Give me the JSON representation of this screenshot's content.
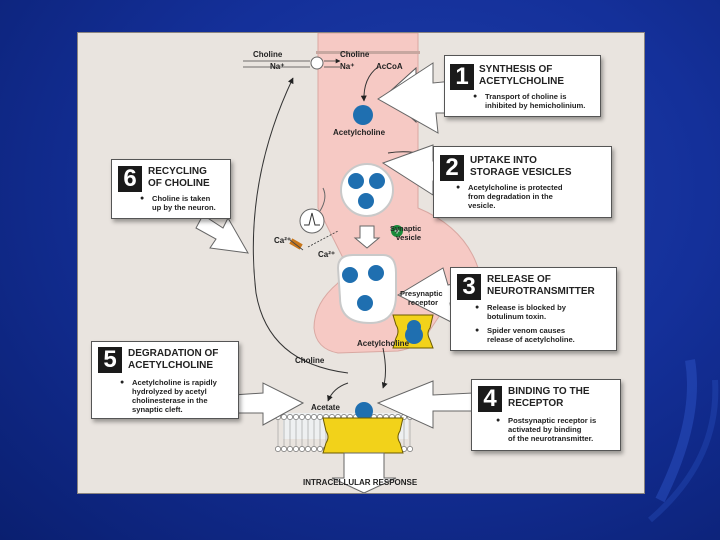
{
  "figure": {
    "labels": {
      "choline_outside": "Choline",
      "na_outside": "Na⁺",
      "choline_inside": "Choline",
      "na_inside": "Na⁺",
      "acoa": "AcCoA",
      "acetylcholine_top": "Acetylcholine",
      "synaptic_vesicle": "Synaptic\nvesicle",
      "ca_outside": "Ca²⁺",
      "ca_inside": "Ca²⁺",
      "presynaptic_receptor": "Presynaptic\nreceptor",
      "acetylcholine_cleft": "Acetylcholine",
      "choline_cleft": "Choline",
      "acetate": "Acetate",
      "intracellular_response": "INTRACELLULAR RESPONSE"
    },
    "steps": [
      {
        "number": "1",
        "title": "SYNTHESIS OF\nACETYLCHOLINE",
        "bullets": [
          "Transport of choline is\ninhibited by hemicholinium."
        ]
      },
      {
        "number": "2",
        "title": "UPTAKE INTO\nSTORAGE VESICLES",
        "bullets": [
          "Acetylcholine is protected\nfrom degradation in the\nvesicle."
        ]
      },
      {
        "number": "3",
        "title": "RELEASE OF\nNEUROTRANSMITTER",
        "bullets": [
          "Release is blocked by\nbotulinum toxin.",
          "Spider venom causes\nrelease of acetylcholine."
        ]
      },
      {
        "number": "4",
        "title": "BINDING TO THE\nRECEPTOR",
        "bullets": [
          "Postsynaptic receptor is\nactivated by binding\nof the neurotransmitter."
        ]
      },
      {
        "number": "5",
        "title": "DEGRADATION OF\nACETYLCHOLINE",
        "bullets": [
          "Acetylcholine is rapidly\nhydrolyzed by acetyl\ncholinesterase in the\nsynaptic cleft."
        ]
      },
      {
        "number": "6",
        "title": "RECYCLING\nOF CHOLINE",
        "bullets": [
          "Choline is taken\nup by the neuron."
        ]
      }
    ],
    "colors": {
      "neuron": "#f6c9c4",
      "vesicle_dot": "#1f6fb0",
      "receptor": "#f2d21a",
      "membrane": "#b9c2c8"
    }
  }
}
